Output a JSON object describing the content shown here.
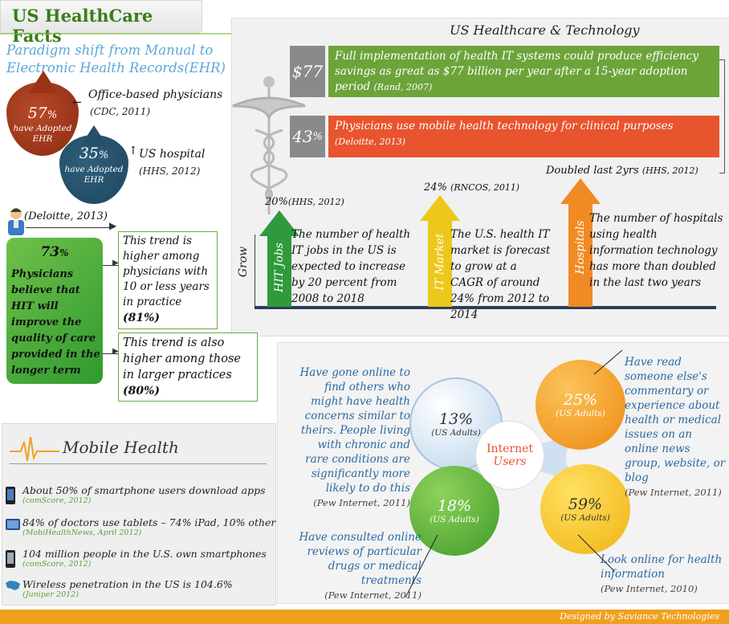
{
  "title": "US HealthCare Facts",
  "ehr": {
    "heading": "Paradigm shift from Manual to Electronic Health Records(EHR)",
    "physicians": {
      "pct": "57",
      "pct_sign": "%",
      "sub": "have Adopted EHR",
      "label": "Office-based physicians",
      "source": "(CDC, 2011)"
    },
    "hospital": {
      "pct": "35",
      "pct_sign": "%",
      "sub": "have Adopted EHR",
      "label": "US hospital",
      "source": "(HHS, 2012)"
    }
  },
  "tech": {
    "heading": "US Healthcare & Technology",
    "stat1": {
      "value": "$77",
      "text": "Full implementation of health IT systems could produce efficiency savings as great as $77 billion per year after a 15-year adoption period",
      "source": "(Rand, 2007)",
      "color": "#6ca43a"
    },
    "stat2": {
      "value": "43",
      "value_sign": "%",
      "text": "Physicians use mobile health technology for clinical purposes",
      "source": "(Deloitte, 2013)",
      "color": "#e8542e"
    },
    "grow_label": "Grow",
    "bars": [
      {
        "label": "HIT Jobs",
        "pct": "20%",
        "source": "(HHS, 2012)",
        "desc": "The number of health IT jobs in the US is expected to increase by 20 percent from 2008 to 2018",
        "color": "#2f9a3c"
      },
      {
        "label": "IT Market",
        "pct": "24%",
        "source": "(RNCOS, 2011)",
        "desc": "The U.S. health IT market is forecast to grow at a CAGR of around 24% from 2012 to 2014",
        "color": "#ecc81a"
      },
      {
        "label": "Hospitals",
        "pct": "Doubled last 2yrs",
        "source": "(HHS, 2012)",
        "desc": "The number of hospitals using health information technology has more than doubled in the last two years",
        "color": "#f08a24"
      }
    ]
  },
  "deloitte": {
    "source": "(Deloitte, 2013)",
    "pct": "73",
    "pct_sign": "%",
    "text": "Physicians believe that HIT will improve the quality of care provided in the longer term",
    "note1": {
      "text": "This trend is higher among physicians with 10 or less years in practice",
      "pct": "(81%)"
    },
    "note2": {
      "text": "This trend is also higher among those in larger practices",
      "pct": "(80%)"
    }
  },
  "mobile": {
    "heading": "Mobile Health",
    "items": [
      {
        "text": "About 50% of smartphone users download apps",
        "source": "(comScore, 2012)",
        "icon": "phone-icon"
      },
      {
        "text": "84% of doctors use tablets – 74% iPad, 10% other",
        "source": "(MobiHealthNews, April 2012)",
        "icon": "tablet-icon"
      },
      {
        "text": "104 million people in the U.S. own smartphones",
        "source": "(comScore, 2012)",
        "icon": "phone-icon"
      },
      {
        "text": "Wireless penetration in the US is 104.6%",
        "source": "(Juniper 2012)",
        "icon": "map-icon"
      }
    ]
  },
  "internet": {
    "center_line1": "Internet",
    "center_line2": "Users",
    "c1": {
      "pct": "13%",
      "sub": "(US Adults)",
      "text": "Have gone online to find others who might have health concerns similar to theirs. People living with chronic and rare conditions are significantly more likely to do this",
      "source": "(Pew Internet, 2011)",
      "color": "#dceaf7"
    },
    "c2": {
      "pct": "25%",
      "sub": "(US Adults)",
      "text": "Have read someone else's commentary or experience about health or medical issues on an online news group, website, or blog",
      "source": "(Pew Internet, 2011)",
      "color": "#f39a1c"
    },
    "c3": {
      "pct": "18%",
      "sub": "(US Adults)",
      "text": "Have consulted online reviews of particular drugs or medical treatments",
      "source": "(Pew Internet, 2011)",
      "color": "#5eae3a"
    },
    "c4": {
      "pct": "59%",
      "sub": "(US Adults)",
      "text": "Look online for health information",
      "source": "(Pew Internet, 2010)",
      "color": "#f5c21a"
    }
  },
  "footer": "Designed by Saviance Technologies"
}
